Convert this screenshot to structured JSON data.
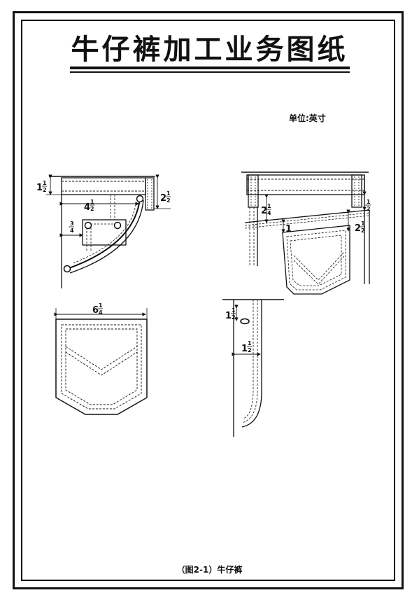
{
  "title": "牛仔裤加工业务图纸",
  "unit_label": "单位:英寸",
  "caption": "（图2-1）牛仔裤",
  "dimensions": {
    "waistband_height": {
      "whole": "1",
      "num": "1",
      "den": "2"
    },
    "side_width": {
      "whole": "4",
      "num": "1",
      "den": "2"
    },
    "side_depth": {
      "whole": "2",
      "num": "1",
      "den": "2"
    },
    "coin_offset": {
      "whole": "",
      "num": "3",
      "den": "4"
    },
    "yoke_left": {
      "whole": "2",
      "num": "1",
      "den": "4"
    },
    "yoke_right": {
      "whole": "2",
      "num": "1",
      "den": "2"
    },
    "pocket_gap": {
      "whole": "",
      "num": "1",
      "den": "2"
    },
    "pocket_top": {
      "whole": "1",
      "num": "",
      "den": ""
    },
    "back_pocket_width": {
      "whole": "6",
      "num": "1",
      "den": "4"
    },
    "fly_top": {
      "whole": "1",
      "num": "1",
      "den": "2"
    },
    "fly_width": {
      "whole": "1",
      "num": "1",
      "den": "2"
    }
  }
}
